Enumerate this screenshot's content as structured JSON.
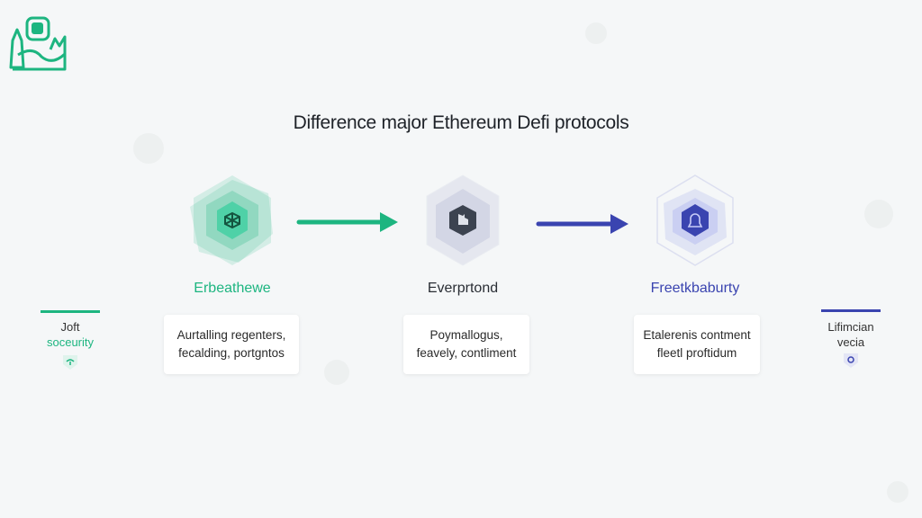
{
  "title": "Difference major Ethereum Defi protocols",
  "colors": {
    "green": "#1db580",
    "navy": "#3a44b0",
    "dark": "#3c4350"
  },
  "nodes": [
    {
      "label": "Erbeathewe",
      "icon": "cube-icon",
      "description": [
        "Aurtalling regenters,",
        "fecalding, portgntos"
      ]
    },
    {
      "label": "Everprtond",
      "icon": "shield-tower-icon",
      "description": [
        "Poymallogus,",
        "feavely, contliment"
      ]
    },
    {
      "label": "Freetkbaburty",
      "icon": "bell-shield-icon",
      "description": [
        "Etalerenis contment",
        "fleetl proftidum"
      ]
    }
  ],
  "side_left": {
    "lines": [
      "Joft",
      "soceurity"
    ],
    "icon": "shield-icon"
  },
  "side_right": {
    "lines": [
      "Lifimcian",
      "vecia"
    ],
    "icon": "shield-icon"
  }
}
